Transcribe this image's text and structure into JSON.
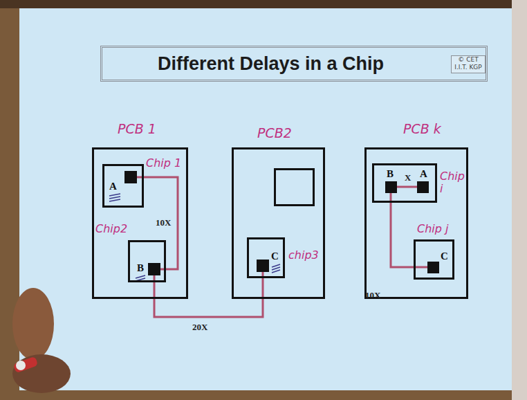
{
  "diagram": {
    "title": "Different Delays in a Chip",
    "nodes": [
      {
        "text": [
          "PCB 1"
        ]
      },
      {
        "text": [
          "Chip 1",
          "A"
        ],
        "in": 0
      },
      {
        "text": [
          "Chip2",
          "B"
        ],
        "in": 0
      },
      {
        "text": [
          "PCB2"
        ]
      },
      {
        "text": [
          "C",
          "chip3"
        ],
        "in": 3
      },
      {
        "text": [
          "PCB k"
        ]
      },
      {
        "text": [
          "B",
          "A",
          "Chip i"
        ],
        "in": 5
      },
      {
        "text": [
          "Chip j",
          "C"
        ],
        "in": 5
      }
    ],
    "edges": [
      {
        "from": 1,
        "to": 2,
        "arrow": "none",
        "label": "10X"
      },
      {
        "from": 2,
        "to": 4,
        "arrow": "none",
        "label": "20X"
      },
      {
        "from": 6,
        "to": 7,
        "arrow": "none",
        "label": "10X"
      }
    ],
    "labels": [
      "© CET",
      "I.I.T. KGP",
      "X"
    ]
  }
}
